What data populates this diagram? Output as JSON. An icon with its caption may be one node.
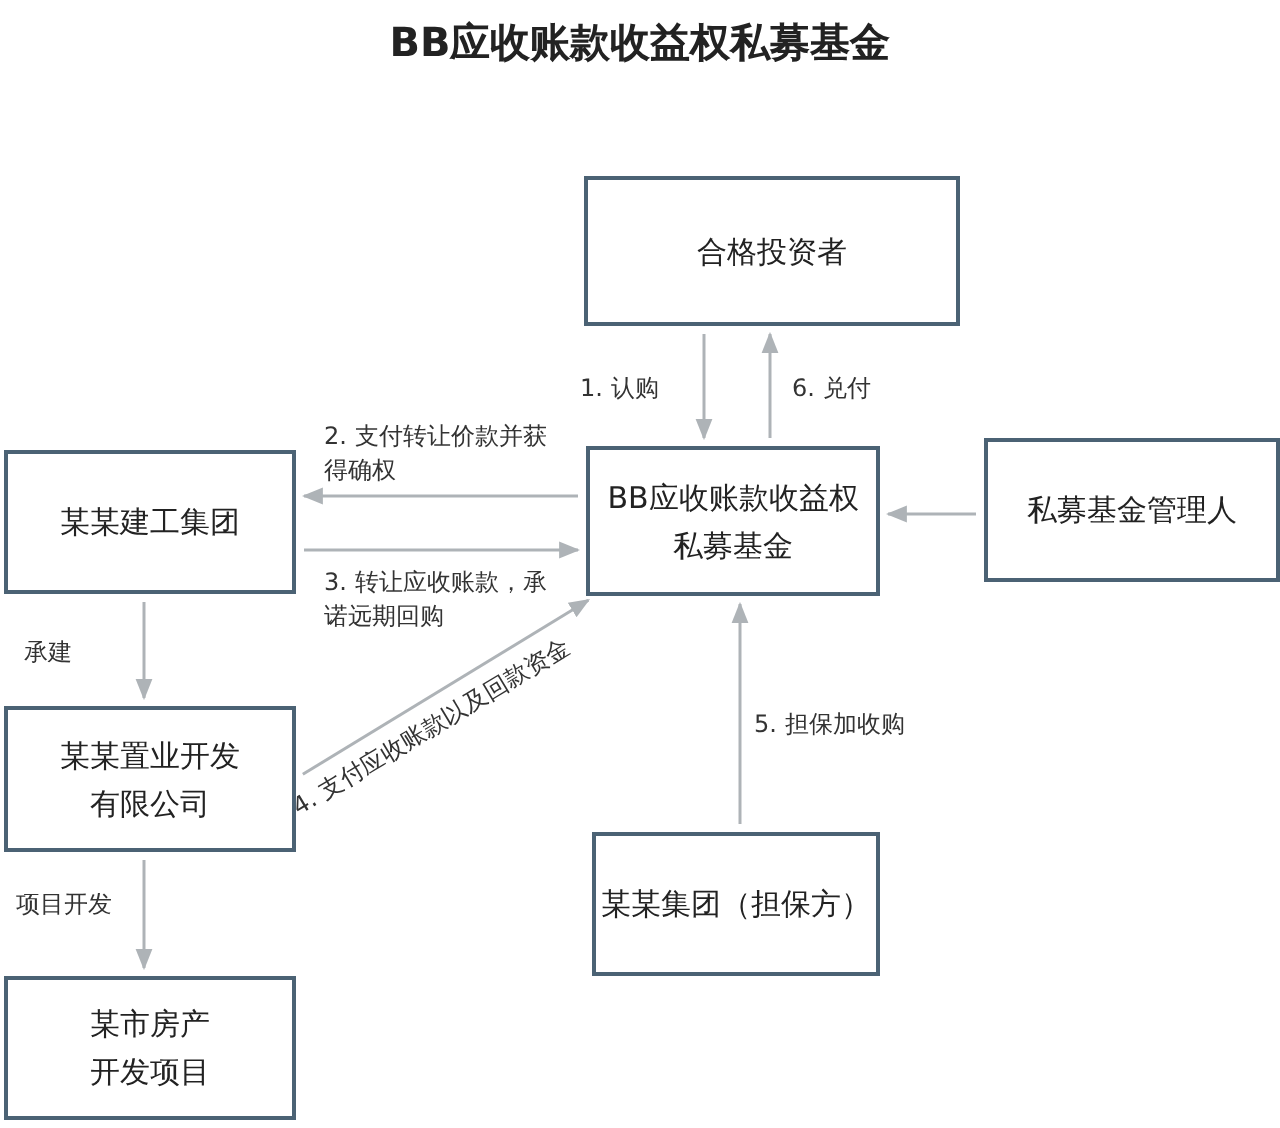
{
  "diagram": {
    "title": "BB应收账款收益权私募基金",
    "nodes": [
      {
        "text": [
          "合格投资者"
        ]
      },
      {
        "text": [
          "BB应收账款收益权私募基金"
        ]
      },
      {
        "text": [
          "私募基金管理人"
        ]
      },
      {
        "text": [
          "某某建工集团"
        ]
      },
      {
        "text": [
          "某某置业开发有限公司"
        ]
      },
      {
        "text": [
          "某某集团（担保方）"
        ]
      },
      {
        "text": [
          "某市房产开发项目"
        ]
      }
    ],
    "edges": [
      {
        "from": 0,
        "to": 1,
        "arrow": "to",
        "label": "1. 认购"
      },
      {
        "from": 1,
        "to": 0,
        "arrow": "to",
        "label": "6. 兑付"
      },
      {
        "from": 1,
        "to": 3,
        "arrow": "to",
        "label": "2. 支付转让价款并获得确权"
      },
      {
        "from": 3,
        "to": 1,
        "arrow": "to",
        "label": "3. 转让应收账款，承诺远期回购"
      },
      {
        "from": 4,
        "to": 1,
        "arrow": "to",
        "label": "4. 支付应收账款以及回款资金"
      },
      {
        "from": 5,
        "to": 1,
        "arrow": "to",
        "label": "5. 担保加收购"
      },
      {
        "from": 2,
        "to": 1,
        "arrow": "to"
      },
      {
        "from": 3,
        "to": 4,
        "arrow": "to",
        "label": "承建"
      },
      {
        "from": 4,
        "to": 6,
        "arrow": "to",
        "label": "项目开发"
      }
    ]
  }
}
